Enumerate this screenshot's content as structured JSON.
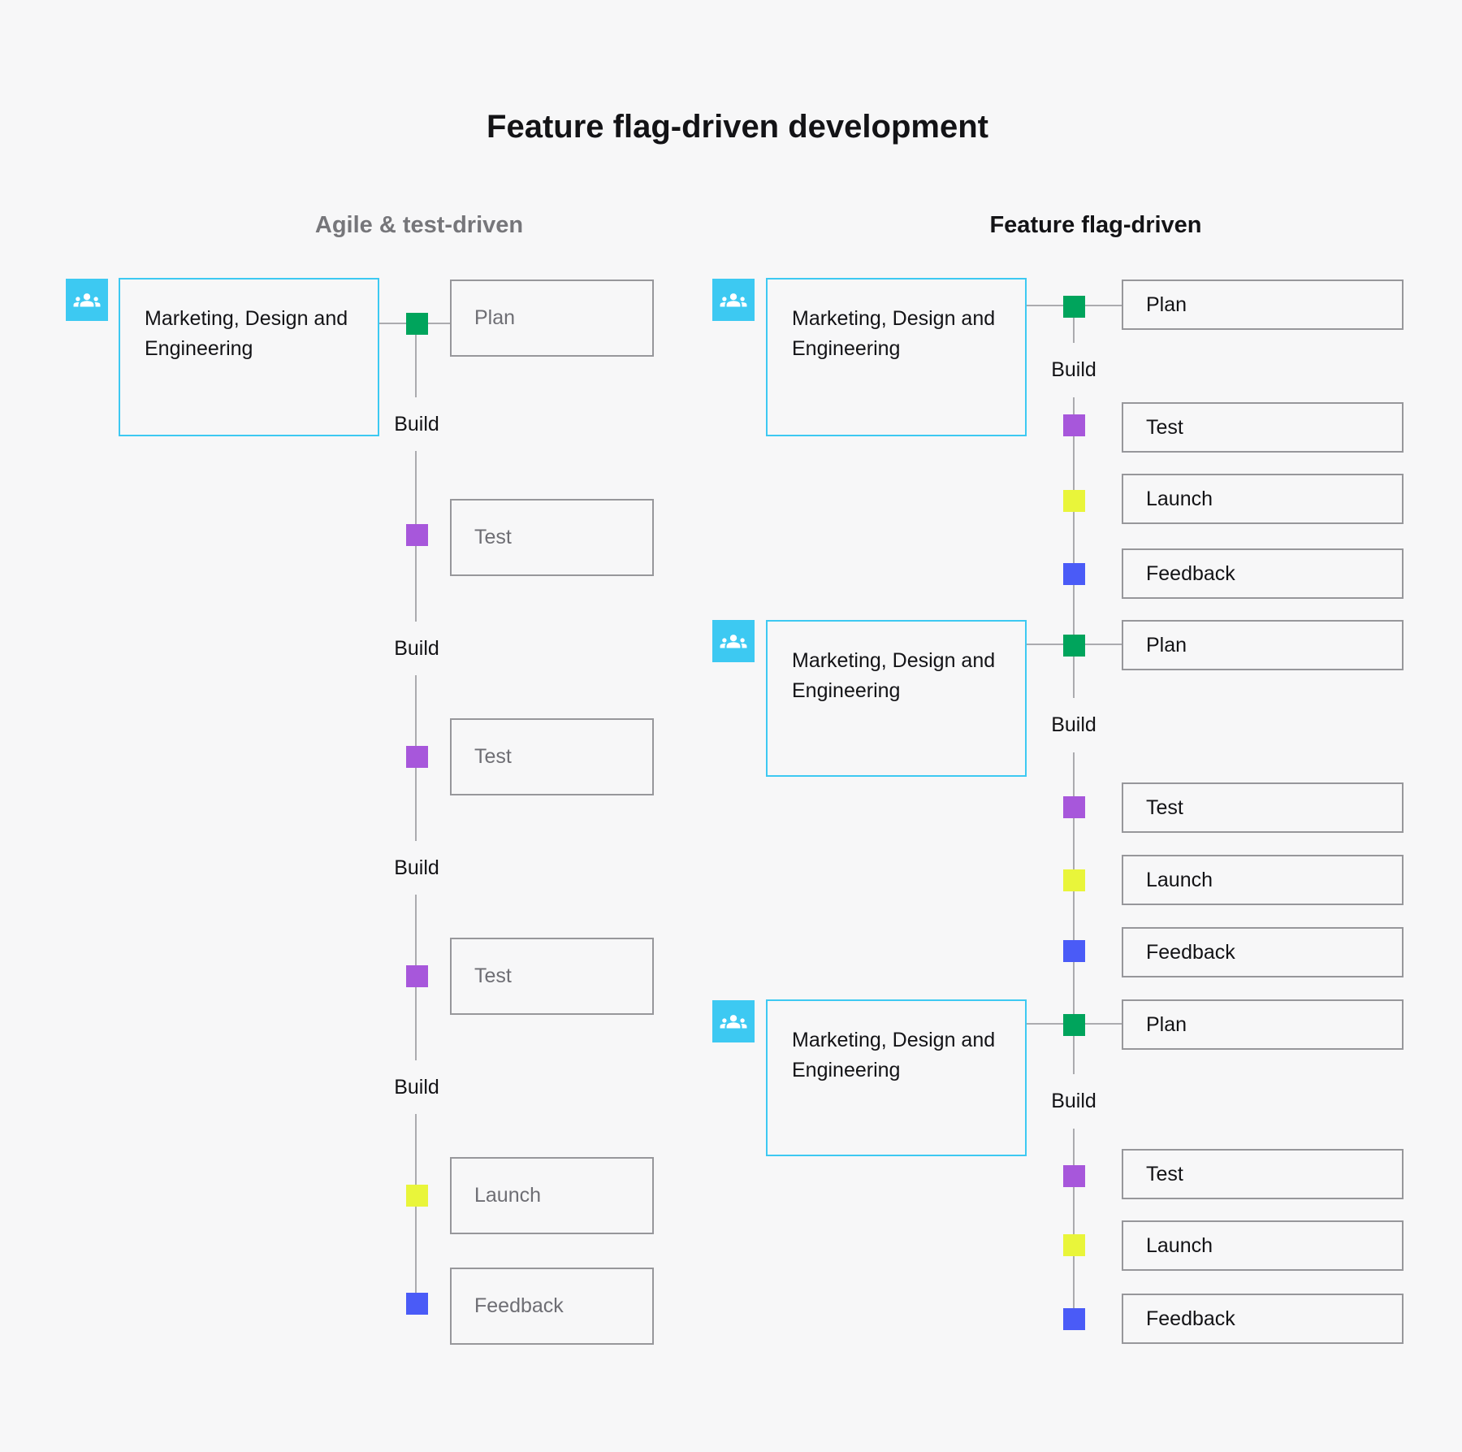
{
  "title": "Feature flag-driven development",
  "colors": {
    "background": "#f7f7f8",
    "cyan": "#3dc9f2",
    "green": "#00a45c",
    "purple": "#a757db",
    "yellow": "#e9f53a",
    "blue": "#4a5bf7",
    "box_border": "#97979b",
    "connector_line": "#ababaf",
    "muted_text": "#6e6e74",
    "muted_header": "#76767a",
    "dark_text": "#131316"
  },
  "left": {
    "header": "Agile & test-driven",
    "team": {
      "label": "Marketing, Design and Engineering",
      "icon": "team-people-icon"
    },
    "builds": [
      "Build",
      "Build",
      "Build",
      "Build"
    ],
    "steps": [
      {
        "label": "Plan",
        "node_color": "green"
      },
      {
        "label": "Test",
        "node_color": "purple"
      },
      {
        "label": "Test",
        "node_color": "purple"
      },
      {
        "label": "Test",
        "node_color": "purple"
      },
      {
        "label": "Launch",
        "node_color": "yellow"
      },
      {
        "label": "Feedback",
        "node_color": "blue"
      }
    ]
  },
  "right": {
    "header": "Feature flag-driven",
    "sections": [
      {
        "team": {
          "label": "Marketing, Design and Engineering",
          "icon": "team-people-icon"
        },
        "build": "Build",
        "steps": [
          {
            "label": "Plan",
            "node_color": "green"
          },
          {
            "label": "Test",
            "node_color": "purple"
          },
          {
            "label": "Launch",
            "node_color": "yellow"
          },
          {
            "label": "Feedback",
            "node_color": "blue"
          }
        ]
      },
      {
        "team": {
          "label": "Marketing, Design and Engineering",
          "icon": "team-people-icon"
        },
        "build": "Build",
        "steps": [
          {
            "label": "Plan",
            "node_color": "green"
          },
          {
            "label": "Test",
            "node_color": "purple"
          },
          {
            "label": "Launch",
            "node_color": "yellow"
          },
          {
            "label": "Feedback",
            "node_color": "blue"
          }
        ]
      },
      {
        "team": {
          "label": "Marketing, Design and Engineering",
          "icon": "team-people-icon"
        },
        "build": "Build",
        "steps": [
          {
            "label": "Plan",
            "node_color": "green"
          },
          {
            "label": "Test",
            "node_color": "purple"
          },
          {
            "label": "Launch",
            "node_color": "yellow"
          },
          {
            "label": "Feedback",
            "node_color": "blue"
          }
        ]
      }
    ]
  }
}
